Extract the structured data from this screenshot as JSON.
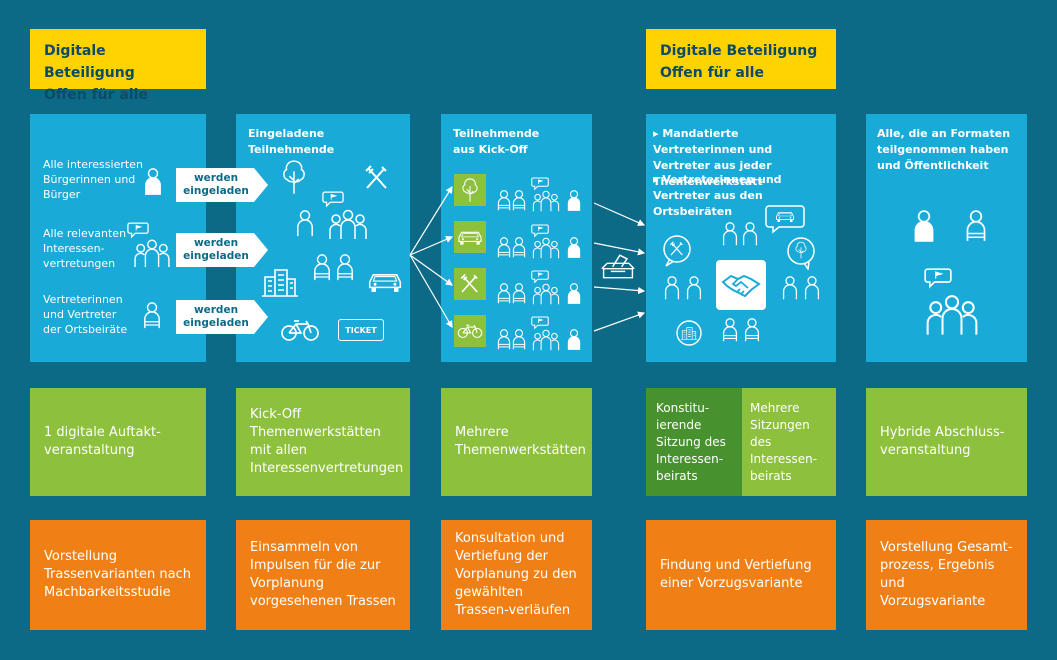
{
  "yellow_left": {
    "line1": "Digitale Beteiligung",
    "line2": "Offen für alle"
  },
  "yellow_right": {
    "line1": "Digitale Beteiligung",
    "line2": "Offen für alle"
  },
  "col1": {
    "rows": [
      {
        "text": "Alle interessierten Bürgerinnen und Bürger",
        "arrow": "werden eingeladen"
      },
      {
        "text": "Alle relevanten Interessen-vertretungen",
        "arrow": "werden eingeladen"
      },
      {
        "text": "Vertreterinnen und Vertreter der Ortsbeiräte",
        "arrow": "werden eingeladen"
      }
    ]
  },
  "col2": {
    "title": "Eingeladene Teilnehmende",
    "ticket": "TICKET"
  },
  "col3": {
    "title_line1": "Teilnehmende",
    "title_line2": "aus Kick-Off"
  },
  "col4": {
    "bullet1": "Mandatierte Vertreterinnen und Vertreter aus jeder Themenwerkstatt",
    "bullet2": "Vertreterinnen und Vertreter aus den Ortsbeiräten"
  },
  "col5": {
    "title": "Alle, die an Formaten teilgenommen haben und Öffentlichkeit"
  },
  "green": {
    "c1": "1 digitale Auftakt-veranstaltung",
    "c2": "Kick-Off Themenwerkstätten mit allen Interessenvertretungen",
    "c3": "Mehrere Themenwerkstätten",
    "c4a": "Konstitu-ierende Sitzung des Interessen-beirats",
    "c4b": "Mehrere Sitzungen des Interessen-beirats",
    "c5": "Hybride Abschluss-veranstaltung"
  },
  "orange": {
    "c1": "Vorstellung Trassenvarianten nach Machbarkeitsstudie",
    "c2": "Einsammeln von Impulsen für die zur Vorplanung vorgesehenen Trassen",
    "c3": "Konsultation und Vertiefung der Vorplanung zu den gewählten Trassen-verläufen",
    "c4": "Findung und Vertiefung einer Vorzugsvariante",
    "c5": "Vorstellung Gesamt-prozess, Ergebnis und Vorzugsvariante"
  },
  "colors": {
    "background": "#0c6a86",
    "cyan": "#19aad8",
    "yellow": "#ffd300",
    "green": "#8dc03d",
    "dark_green": "#47912f",
    "orange": "#f08016"
  }
}
